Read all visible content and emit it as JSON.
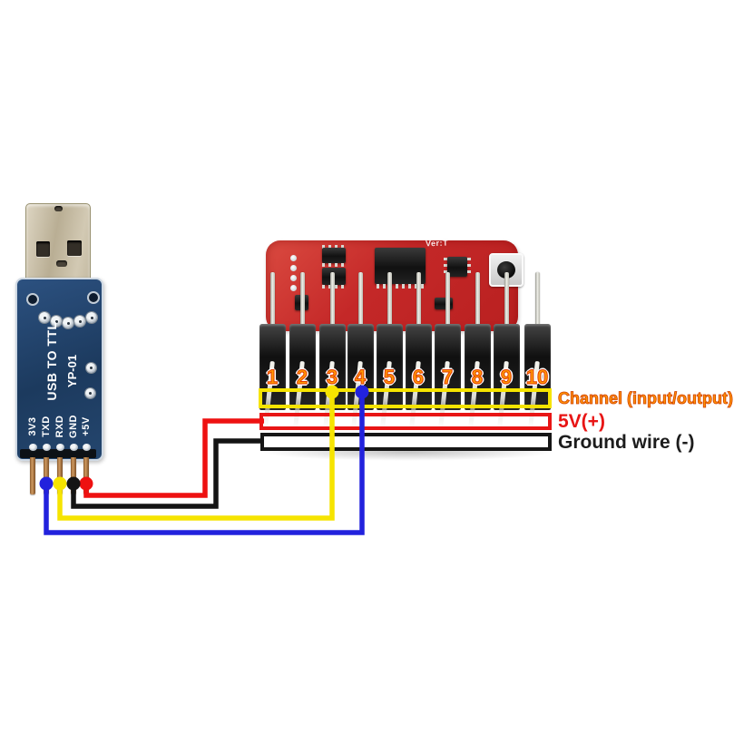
{
  "diagram": {
    "legend": [
      {
        "id": "channel",
        "label": "Channel (input/output)",
        "color": "#ff9100"
      },
      {
        "id": "power",
        "label": "5V(+)",
        "color": "#e81515"
      },
      {
        "id": "ground",
        "label": "Ground wire (-)",
        "color": "#161616"
      }
    ],
    "receiver": {
      "silk_text": "Ver:T",
      "channels": [
        "1",
        "2",
        "3",
        "4",
        "5",
        "6",
        "7",
        "8",
        "9",
        "10"
      ]
    },
    "usb_adapter": {
      "title_text": "USB TO TTL",
      "model_text": "YP-01",
      "pins": [
        "3V3",
        "TXD",
        "RXD",
        "GND",
        "+5V"
      ]
    },
    "wires": [
      {
        "name": "power-wire",
        "color": "#ee1111",
        "from": "+5V",
        "to": "5V(+) row"
      },
      {
        "name": "ground-wire",
        "color": "#141414",
        "from": "GND",
        "to": "Ground row"
      },
      {
        "name": "signal-wire-yellow",
        "color": "#f6e400",
        "from": "RXD",
        "to": "channel 3"
      },
      {
        "name": "signal-wire-blue",
        "color": "#2222dd",
        "from": "TXD",
        "to": "channel 4"
      }
    ]
  }
}
